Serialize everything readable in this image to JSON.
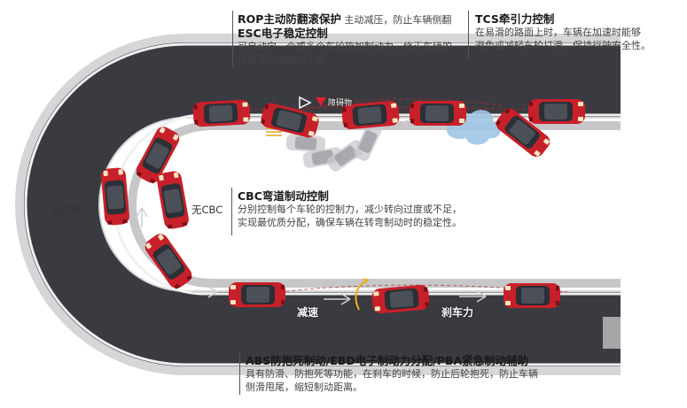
{
  "rop": {
    "title": "ROP主动防翻滚保护",
    "title_note": "主动减压，防止车辆侧翻",
    "subtitle": "ESC电子稳定控制",
    "desc_1": "可自动向一个或多个车轮施加制动力，修正车辆的",
    "desc_2": "过度转向或转向不足。"
  },
  "tcs": {
    "title": "TCS牵引力控制",
    "desc_1": "在易滑的路面上时，车辆在加速时能够",
    "desc_2": "避免或减轻车轮打滑，保持行驶安全性。"
  },
  "cbc": {
    "title": "CBC弯道制动控制",
    "desc_1": "分别控制每个车轮的控制力，减少转向过度或不足，",
    "desc_2": "实现最优质分配，确保车辆在转弯制动时的稳定性。"
  },
  "abs": {
    "title": "ABS防抱死制动/EBD电子制动力分配/PBA紧急制动辅助",
    "desc_1": "具有防滑、防抱死等功能，在刹车的时候，防止后轮抱死，防止车辆",
    "desc_2": "侧滑甩尾，缩短制动距离。"
  },
  "labels": {
    "no_cbc_outer": "无CBC",
    "no_cbc_inner": "无CBC",
    "obstacle": "障碍物",
    "decelerate": "减速",
    "braking_force": "刹车力"
  },
  "colors": {
    "road": "#3a3b40",
    "road_edge": "#d8d8d8",
    "car_red": "#c8202a",
    "car_glass": "#2b2f36",
    "water": "#9ec7e6"
  }
}
